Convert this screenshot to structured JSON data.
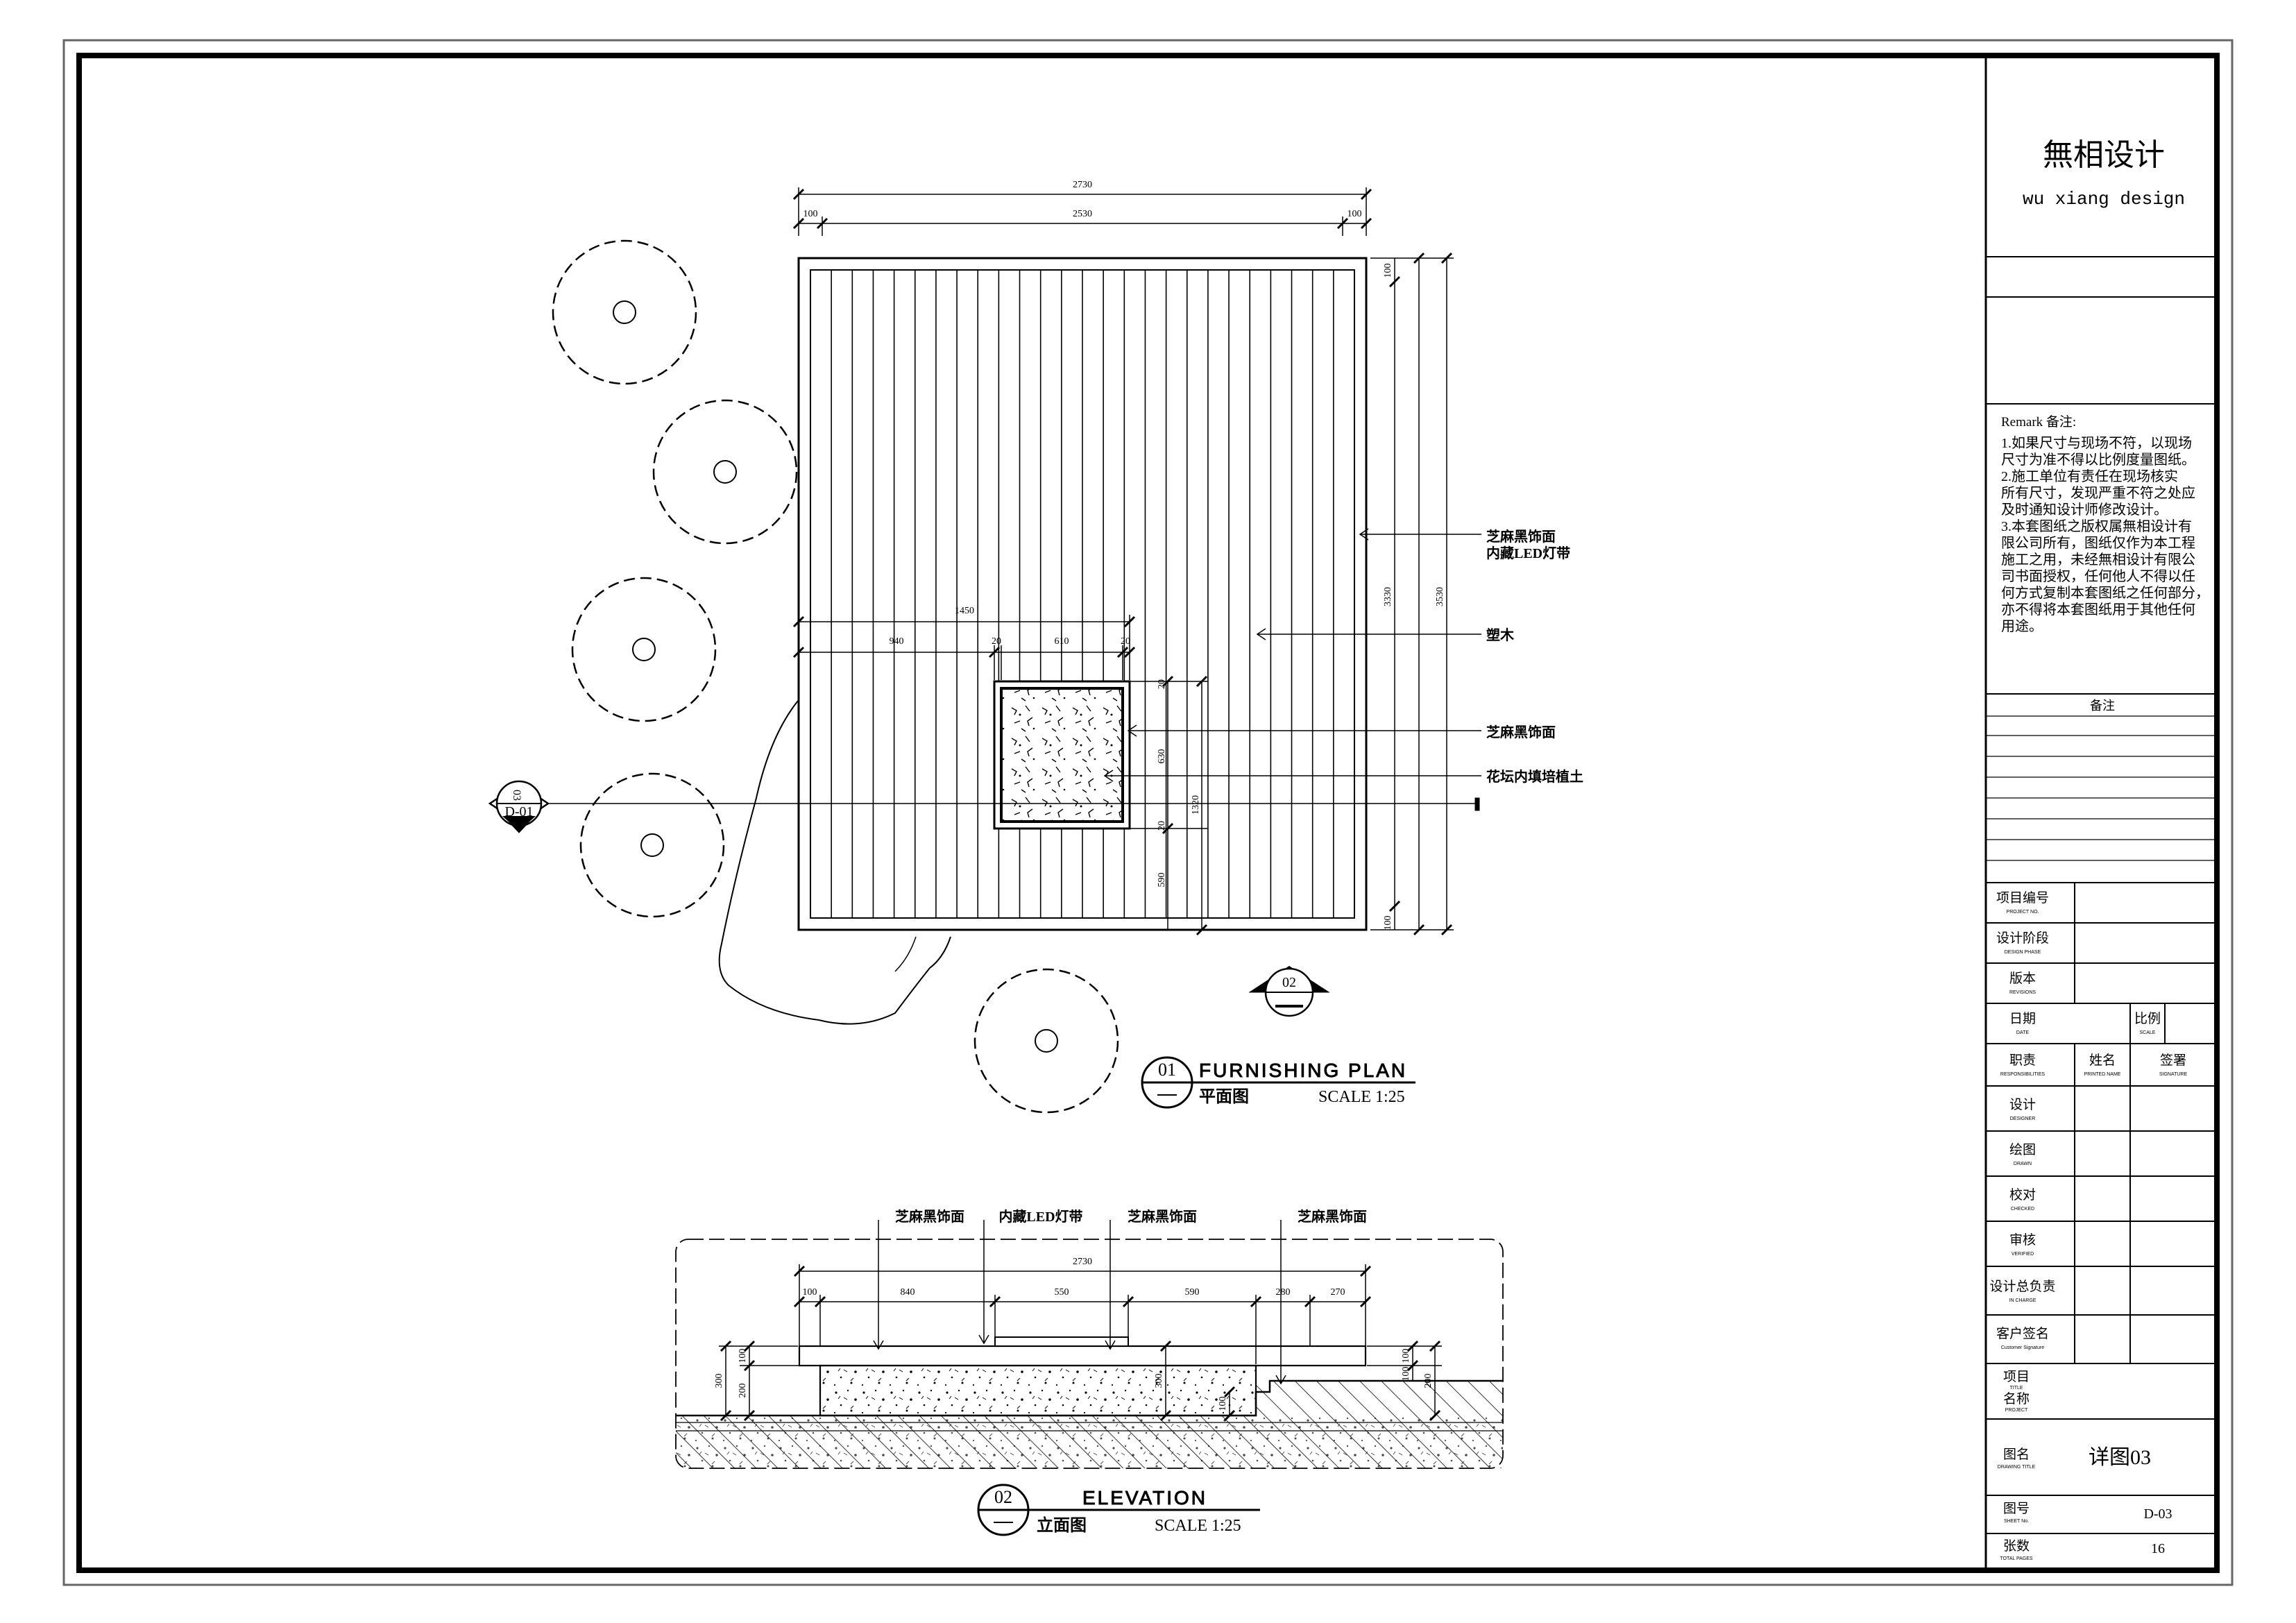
{
  "firm": {
    "name_cn": "無相设计",
    "name_en": "wu xiang design"
  },
  "remark": {
    "heading": "Remark  备注:",
    "lines": [
      "1.如果尺寸与现场不符，以现场",
      "尺寸为准不得以比例度量图纸。",
      "2.施工单位有责任在现场核实",
      "所有尺寸，发现严重不符之处应",
      "及时通知设计师修改设计。",
      "3.本套图纸之版权属無相设计有",
      "限公司所有，图纸仅作为本工程",
      "施工之用，未经無相设计有限公",
      "司书面授权，任何他人不得以任",
      "何方式复制本套图纸之任何部分，",
      "亦不得将本套图纸用于其他任何",
      "用途。"
    ],
    "notes_label": "备注"
  },
  "title_block": {
    "project_no": {
      "cn": "项目编号",
      "en": "PROJECT NO."
    },
    "design_phase": {
      "cn": "设计阶段",
      "en": "DESIGN PHASE"
    },
    "revisions": {
      "cn": "版本",
      "en": "REVISIONS"
    },
    "date": {
      "cn": "日期",
      "en": "DATE"
    },
    "scale": {
      "cn": "比例",
      "en": "SCALE"
    },
    "responsibilities": {
      "cn": "职责",
      "en": "RESPONSIBILITIES"
    },
    "name": {
      "cn": "姓名",
      "en": "PRINTED NAME"
    },
    "signature": {
      "cn": "签署",
      "en": "SIGNATURE"
    },
    "designer": {
      "cn": "设计",
      "en": "DESIGNER"
    },
    "drawn": {
      "cn": "绘图",
      "en": "DRAWN"
    },
    "checked": {
      "cn": "校对",
      "en": "CHECKED"
    },
    "verified": {
      "cn": "审核",
      "en": "VERIFIED"
    },
    "in_charge": {
      "cn": "设计总负责",
      "en": "IN CHARGE"
    },
    "customer": {
      "cn": "客户签名",
      "en": "Customer Signature"
    },
    "project": {
      "cn1": "项目",
      "en1": "TITLE",
      "cn2": "名称",
      "en2": "PROJECT"
    },
    "drawing_title": {
      "cn": "图名",
      "en": "DRAWING TITLE",
      "value": "详图03"
    },
    "sheet_no": {
      "cn": "图号",
      "en": "SHEET No.",
      "value": "D-03"
    },
    "total_pages": {
      "cn": "张数",
      "en": "TOTAL PAGES",
      "value": "16"
    }
  },
  "plan": {
    "dims": {
      "overall": "2730",
      "inner": "2530",
      "edge_l": "100",
      "edge_r": "100",
      "depth1": "3330",
      "depth2": "3530",
      "top_edge": "100",
      "bot_edge": "100",
      "span": "1450",
      "left": "940",
      "gap1": "20",
      "box": "610",
      "gap2": "20",
      "v1": "20",
      "v2": "630",
      "v3": "20",
      "v4": "1320",
      "v5": "590"
    },
    "labels": {
      "finish": "芝麻黑饰面",
      "led": "内藏LED灯带",
      "wood": "塑木",
      "finish2": "芝麻黑饰面",
      "soil": "花坛内填培植土"
    },
    "section_mark": {
      "num": "03",
      "ref": "D-01"
    },
    "elev_mark": {
      "num": "02"
    },
    "title": {
      "num": "01",
      "en": "FURNISHING  PLAN",
      "cn": "平面图",
      "scale": "SCALE 1:25"
    }
  },
  "elevation": {
    "labels": {
      "l1": "芝麻黑饰面",
      "l2": "内藏LED灯带",
      "l3": "芝麻黑饰面",
      "l4": "芝麻黑饰面"
    },
    "dims": {
      "overall": "2730",
      "d1": "100",
      "d2": "840",
      "d3": "550",
      "d4": "590",
      "d5": "280",
      "d6": "270",
      "h_left": "300",
      "h_a": "100",
      "h_b": "200",
      "h_mid": "300",
      "h_step": "100",
      "h_r1": "100",
      "h_r2": "100",
      "h_r3": "200"
    },
    "title": {
      "num": "02",
      "en": "ELEVATION",
      "cn": "立面图",
      "scale": "SCALE 1:25"
    }
  }
}
